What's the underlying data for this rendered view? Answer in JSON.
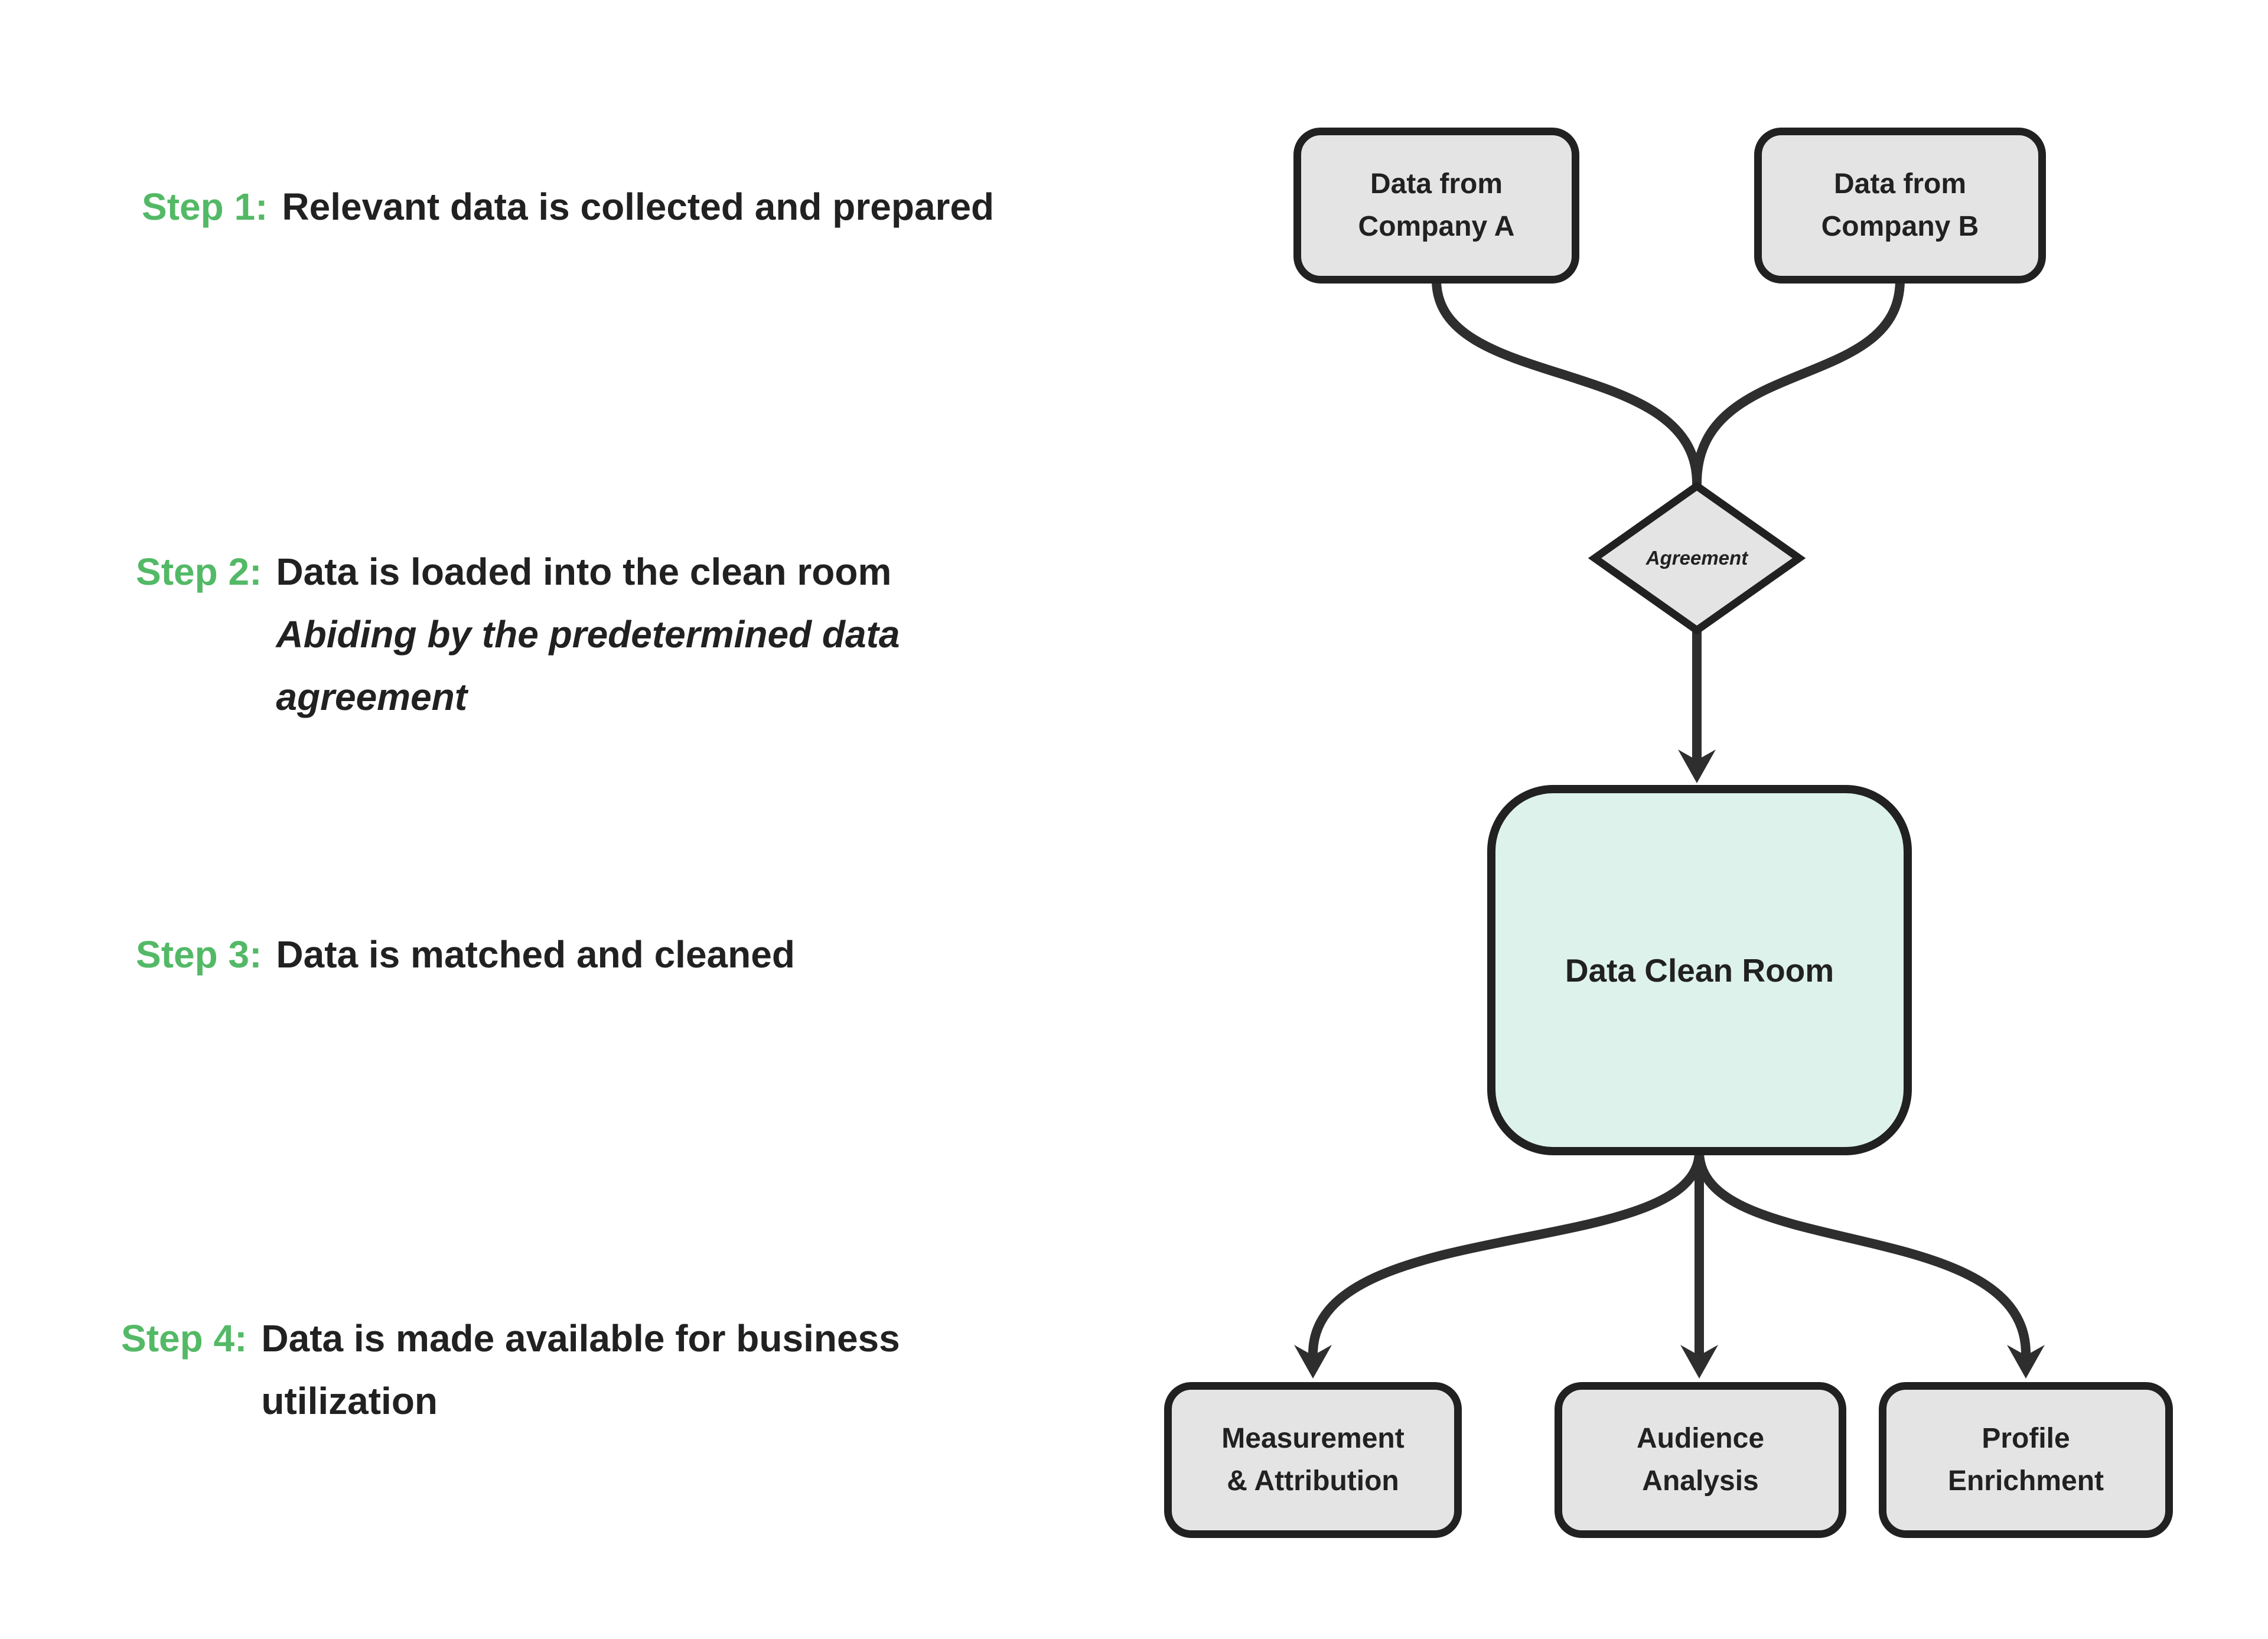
{
  "title": "Data clean room process diagram",
  "colors": {
    "accent_green": "#53b966",
    "node_gray": "#e4e4e4",
    "node_mint": "#ddf2ea",
    "stroke_dark": "#2e2e2e",
    "text_dark": "#212121",
    "background": "#ffffff"
  },
  "steps": [
    {
      "label": "Step 1:",
      "text": "Relevant data is collected and prepared"
    },
    {
      "label": "Step 2:",
      "text": "Data is loaded into the clean room",
      "note_line1": "Abiding by the predetermined data",
      "note_line2": "agreement"
    },
    {
      "label": "Step 3:",
      "text": "Data is matched and cleaned"
    },
    {
      "label": "Step 4:",
      "text_line1": "Data is made available for business",
      "text_line2": "utilization"
    }
  ],
  "flowchart": {
    "source_a": {
      "line1": "Data from",
      "line2": "Company A"
    },
    "source_b": {
      "line1": "Data from",
      "line2": "Company B"
    },
    "decision": {
      "label": "Agreement"
    },
    "clean_room": {
      "label": "Data Clean Room"
    },
    "outputs": [
      {
        "line1": "Measurement",
        "line2": "& Attribution"
      },
      {
        "line1": "Audience",
        "line2": "Analysis"
      },
      {
        "line1": "Profile",
        "line2": "Enrichment"
      }
    ]
  }
}
